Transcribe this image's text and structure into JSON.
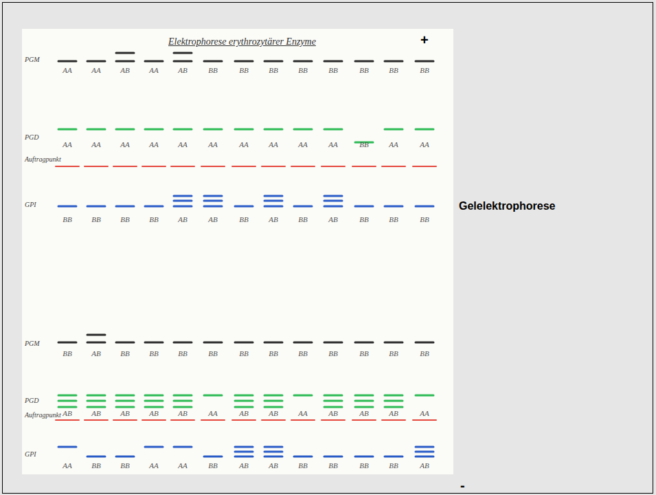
{
  "diagram": {
    "title": "Elektrophorese erythrozytärer Enzyme",
    "labels": [
      "+",
      "PGM",
      "AA",
      "AA",
      "AB",
      "AA",
      "AB",
      "BB",
      "BB",
      "BB",
      "BB",
      "BB",
      "BB",
      "BB",
      "BB",
      "PGD",
      "AA",
      "AA",
      "AA",
      "AA",
      "AA",
      "AA",
      "AA",
      "AA",
      "AA",
      "AA",
      "BB",
      "AA",
      "AA",
      "Auftragpunkt",
      "GPI",
      "BB",
      "BB",
      "BB",
      "BB",
      "AB",
      "AB",
      "BB",
      "AB",
      "BB",
      "AB",
      "BB",
      "BB",
      "BB",
      "PGM",
      "BB",
      "AB",
      "BB",
      "BB",
      "BB",
      "BB",
      "BB",
      "BB",
      "BB",
      "BB",
      "BB",
      "BB",
      "BB",
      "PGD",
      "AB",
      "AB",
      "AB",
      "AB",
      "AB",
      "AA",
      "AB",
      "AB",
      "AA",
      "AB",
      "AB",
      "AB",
      "AA",
      "Auftragpunkt",
      "GPI",
      "AA",
      "BB",
      "BB",
      "AA",
      "AA",
      "BB",
      "AB",
      "AB",
      "BB",
      "BB",
      "BB",
      "BB",
      "AB",
      "Gelelektrophorese",
      "-"
    ]
  }
}
